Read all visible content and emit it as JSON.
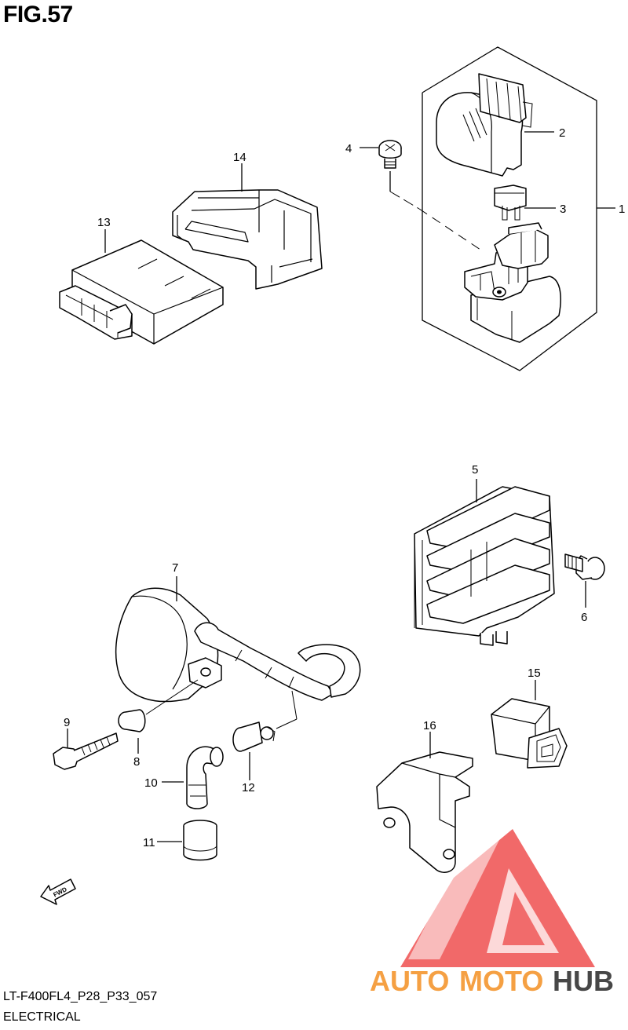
{
  "figure": {
    "title": "FIG.57",
    "code": "LT-F400FL4_P28_P33_057",
    "section": "ELECTRICAL"
  },
  "callouts": [
    "1",
    "2",
    "3",
    "4",
    "5",
    "6",
    "7",
    "8",
    "9",
    "10",
    "11",
    "12",
    "13",
    "14",
    "15",
    "16"
  ],
  "direction_arrow": {
    "label": "FWD"
  },
  "watermark": {
    "auto": "AUTO",
    "moto": "MOTO",
    "hub": "HUB"
  },
  "colors": {
    "line": "#000000",
    "watermark_red": "#ee4f4f",
    "watermark_orange": "#f5a043",
    "watermark_gray": "#474747"
  }
}
